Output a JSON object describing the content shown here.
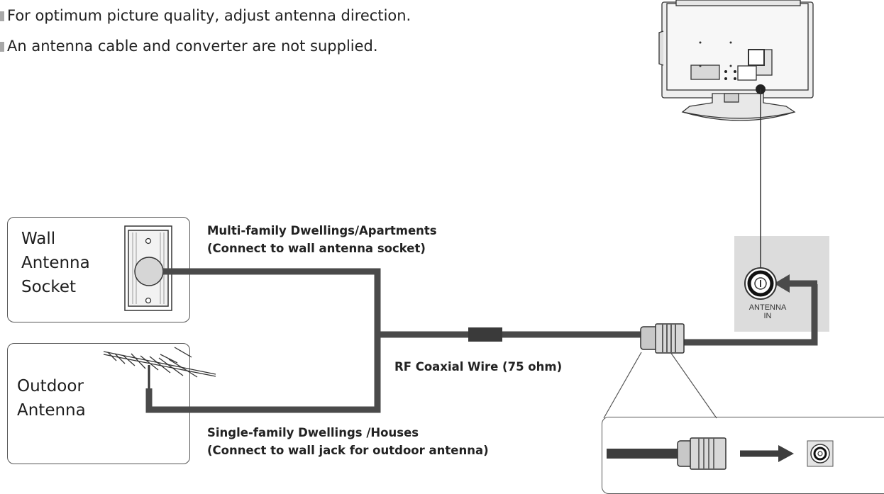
{
  "notes": [
    "For optimum picture quality, adjust antenna direction.",
    "An antenna cable and converter are not supplied."
  ],
  "wall_antenna": {
    "label": "Wall\nAntenna\nSocket"
  },
  "outdoor_antenna": {
    "label": "Outdoor\nAntenna"
  },
  "captions": {
    "multi_line1": "Multi-family Dwellings/Apartments",
    "multi_line2": "(Connect to wall antenna socket)",
    "rf": "RF Coaxial Wire (75 ohm)",
    "single_line1": "Single-family Dwellings /Houses",
    "single_line2": "(Connect to wall jack for outdoor antenna)"
  },
  "antenna_port": {
    "line1": "ANTENNA",
    "line2": "IN"
  },
  "icons": [
    "tv-rear-icon",
    "wall-socket-icon",
    "outdoor-antenna-icon",
    "coax-plug-icon",
    "antenna-jack-icon",
    "arrow-icon"
  ]
}
